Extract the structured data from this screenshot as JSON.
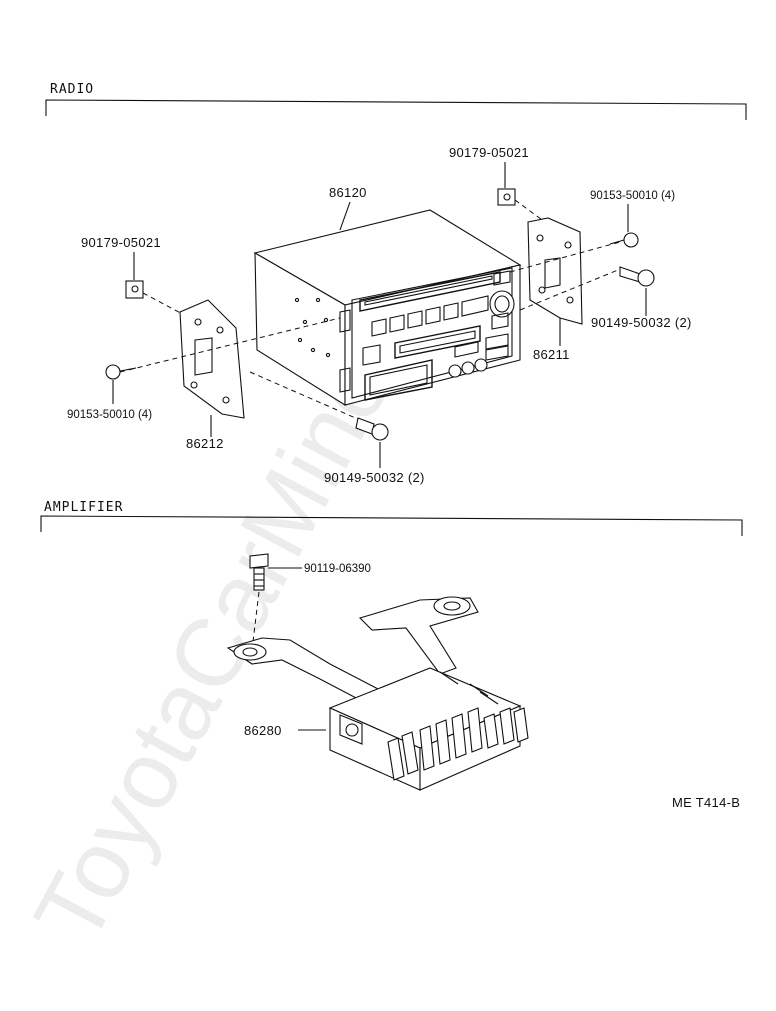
{
  "sections": {
    "radio": "RADIO",
    "amplifier": "AMPLIFIER"
  },
  "parts": {
    "radio_unit": "86120",
    "clip_right": "90179-05021",
    "clip_left": "90179-05021",
    "screw_small_right": "90153-50010 (4)",
    "screw_small_left": "90153-50010 (4)",
    "screw_large_right": "90149-50032 (2)",
    "screw_large_bottom": "90149-50032 (2)",
    "bracket_right": "86211",
    "bracket_left": "86212",
    "amp_bolt": "90119-06390",
    "amplifier": "86280"
  },
  "figure_code": "ME T414-B",
  "watermark": "ToyotaCarMine.ru"
}
